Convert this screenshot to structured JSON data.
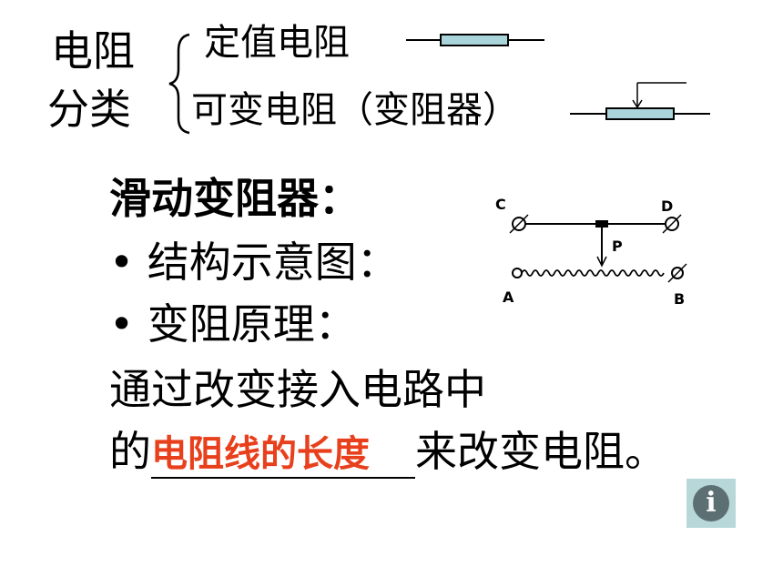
{
  "category": {
    "line1": "电阻",
    "line2": "分类",
    "fixed": "定值电阻",
    "variable": "可变电阻（变阻器）"
  },
  "section": {
    "title": "滑动变阻器：",
    "bullet_symbol": "•",
    "bullet1": "结构示意图：",
    "bullet2": "变阻原理：",
    "principle_line1": "通过改变接入电路中",
    "principle_prefix": "的",
    "principle_answer": "电阻线的长度",
    "principle_suffix": "来改变电阻。"
  },
  "diagram": {
    "label_c": "C",
    "label_d": "D",
    "label_p": "P",
    "label_a": "A",
    "label_b": "B"
  },
  "info_button": {
    "icon_glyph": "i"
  }
}
